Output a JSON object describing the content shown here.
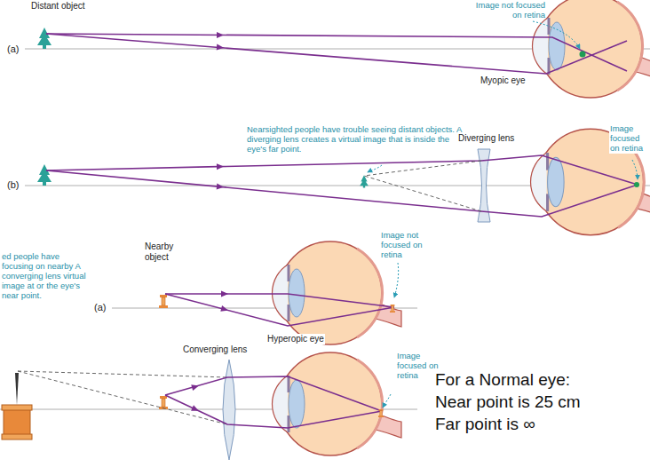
{
  "diagram": {
    "labels": [
      "Distant object",
      "(a)",
      "Image not focused on retina",
      "Myopic eye",
      "Nearsighted people have trouble seeing distant objects. A diverging lens creates a virtual image that is inside the eye's far point.",
      "Diverging lens",
      "Image focused on retina",
      "(b)",
      "Nearby object",
      "(a)",
      "Image not focused on retina",
      "Hyperopic eye",
      "ed people have focusing on nearby A converging lens virtual image at or the eye's near point.",
      "Converging lens",
      "Image focused on retina",
      "For a Normal eye:",
      "Near point is 25 cm",
      "Far point is ∞"
    ]
  }
}
